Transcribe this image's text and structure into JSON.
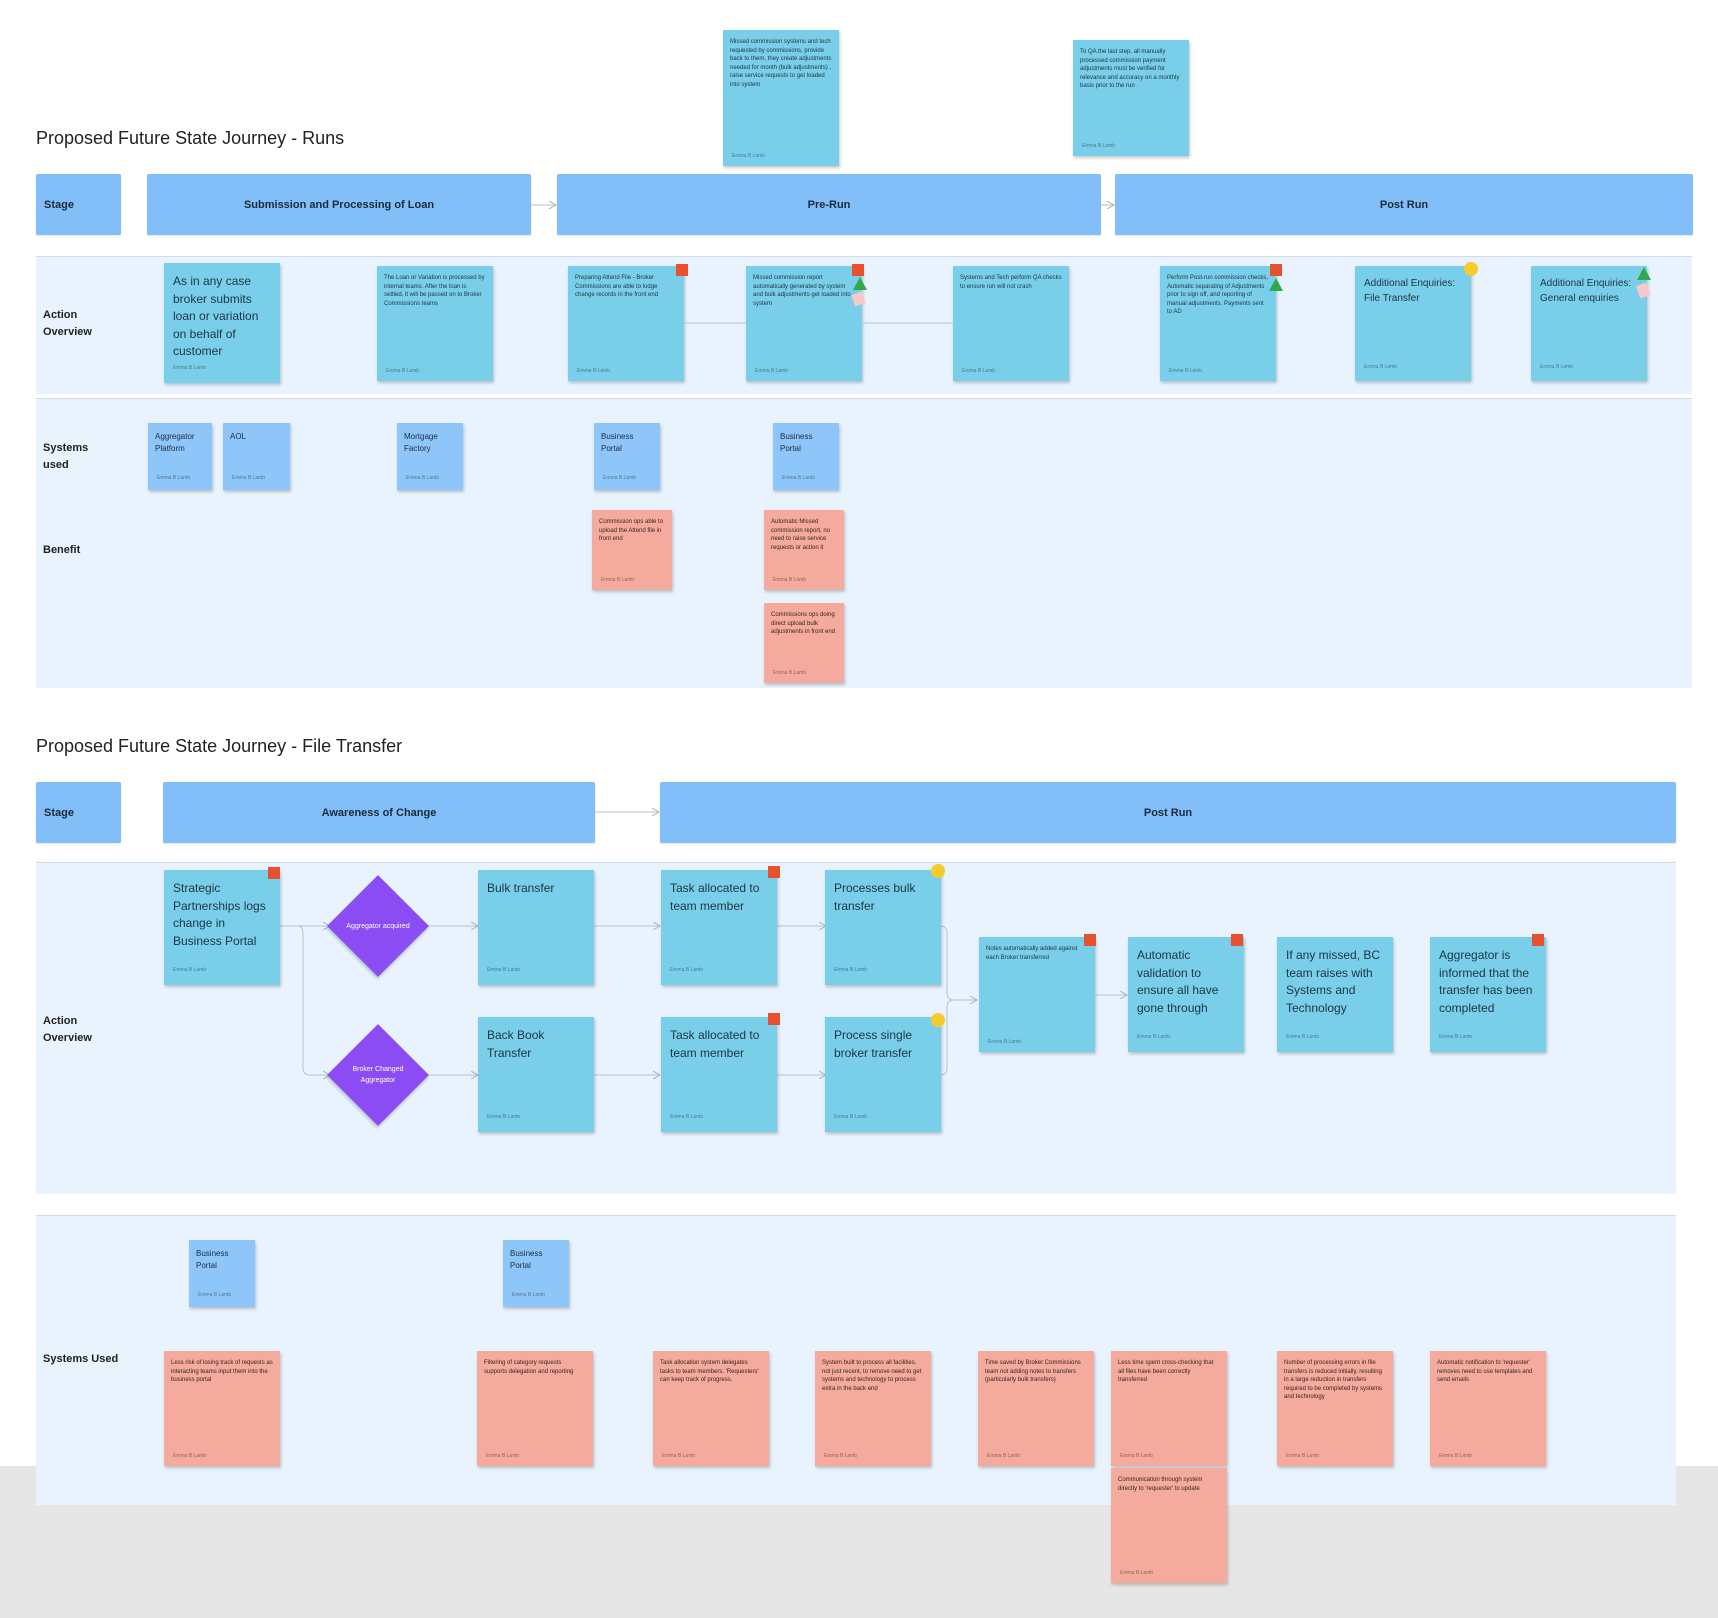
{
  "runs": {
    "title": "Proposed Future State Journey - Runs",
    "stage_label": "Stage",
    "stages": [
      "Submission and Processing of Loan",
      "Pre-Run",
      "Post Run"
    ],
    "lanes": {
      "action": "Action\nOverview",
      "systems": "Systems\nused",
      "benefit": "Benefit"
    },
    "top_notes": [
      "Missed commission systems and tech requested by commissions, provide back to them, they create adjustments needed for month (bulk adjustments) , raise service requests to get loaded into system",
      "To QA the last step, all manually processed commission payment adjustments must be verified for relevance and accuracy on a monthly basis prior to the run"
    ],
    "actions": [
      "As in any case broker submits loan or variation on behalf of customer",
      "The Loan or Variation is processed by internal teams. After the loan is settled, it will be passed on to Broker Commissions teams",
      "Preparing Attend File - Broker Commissions are able to lodge change records in the front end",
      "Missed commission report automatically generated by system and bulk adjustments get loaded into system",
      "Systems and Tech perform QA checks to ensure run will not crash",
      "Perform Post-run commission checks, Automatic separating of Adjustments prior to sign off, and reporting of manual adjustments. Payments sent to AD",
      "Additional Enquiries: File Transfer",
      "Additional Enquiries: General enquiries"
    ],
    "systems": [
      "Aggregator Platform",
      "AOL",
      "Mortgage Factory",
      "Business Portal",
      "Business Portal"
    ],
    "benefits": [
      "Commission ops able to upload the Attend file in front end",
      "Automatic Missed commission report, no need to raise service requests or action it",
      "Commissions ops doing direct upload bulk adjustments in front end"
    ]
  },
  "file_transfer": {
    "title": "Proposed Future State Journey - File Transfer",
    "stage_label": "Stage",
    "stages": [
      "Awareness of Change",
      "Post Run"
    ],
    "lanes": {
      "action": "Action\nOverview",
      "systems": "Systems Used"
    },
    "actions": {
      "start": "Strategic Partnerships logs change in Business Portal",
      "diamond_top": "Aggregator acquired",
      "diamond_bottom": "Broker Changed Aggregator",
      "bulk": "Bulk transfer",
      "backbook": "Back Book Transfer",
      "task_top": "Task allocated to team member",
      "task_bottom": "Task allocated to team member",
      "process_bulk": "Processes bulk transfer",
      "process_single": "Process single broker transfer",
      "notes": "Notes automatically added against each Broker transferred",
      "validation": "Automatic validation to ensure all have gone through",
      "missed": "If any missed, BC team raises with Systems and Technology",
      "informed": "Aggregator is informed that the transfer has been completed"
    },
    "systems": [
      "Business Portal",
      "Business Portal"
    ],
    "benefits": [
      "Less risk of losing track of requests as interacting teams input them into the business portal",
      "Filtering of category requests supports delegation and reporting",
      "Task allocation system delegates tasks to team members. 'Requesters' can keep track of progress.",
      "System built to process all facilities, not just recent, to remove need to get systems and technology to process extra in the back end",
      "Time saved by Broker Commissions team not adding notes to transfers (particularly bulk transfers)",
      "Less time spent cross-checking that all files have been correctly transferred",
      "Communication through system directly to 'requester' to update",
      "Number of processing errors in file transfers is reduced initially, resulting in a large reduction in transfers required to be completed by systems and technology",
      "Automatic notification to 'requester' removes need to use templates and send emails"
    ]
  },
  "author": "Emma B Lamb",
  "colors": {
    "stage": "#82bff9",
    "sticky": "#79cfe9",
    "system": "#8ec6f9",
    "benefit": "#f4aa9c",
    "decision": "#8b4cf4",
    "lane": "#e8f3fe"
  }
}
